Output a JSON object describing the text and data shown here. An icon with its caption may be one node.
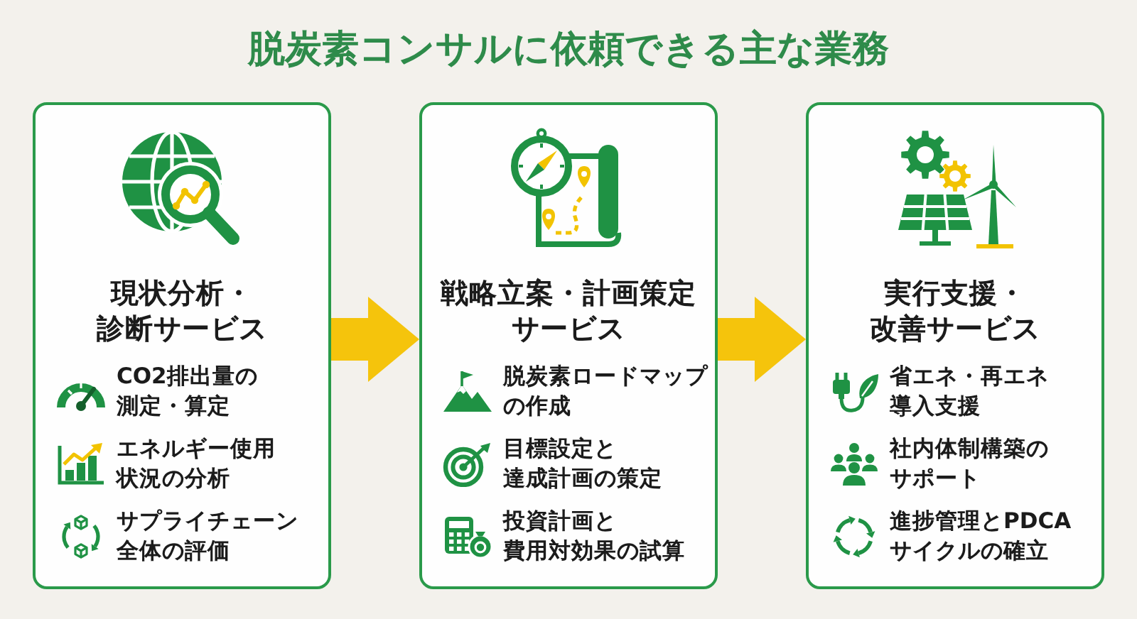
{
  "diagram": {
    "title": "脱炭素コンサルに依頼できる主な業務",
    "nodes": [
      {
        "text": [
          "現状分析・診断サービス",
          "CO2排出量の測定・算定",
          "エネルギー使用状況の分析",
          "サプライチェーン全体の評価"
        ]
      },
      {
        "text": [
          "戦略立案・計画策定サービス",
          "脱炭素ロードマップの作成",
          "目標設定と達成計画の策定",
          "投資計画と費用対効果の試算"
        ]
      },
      {
        "text": [
          "実行支援・改善サービス",
          "省エネ・再エネ導入支援",
          "社内体制構築のサポート",
          "進捗管理とPDCAサイクルの確立"
        ]
      }
    ],
    "edges": [
      {
        "from": 0,
        "to": 1,
        "arrow": "to"
      },
      {
        "from": 1,
        "to": 2,
        "arrow": "to"
      }
    ]
  }
}
